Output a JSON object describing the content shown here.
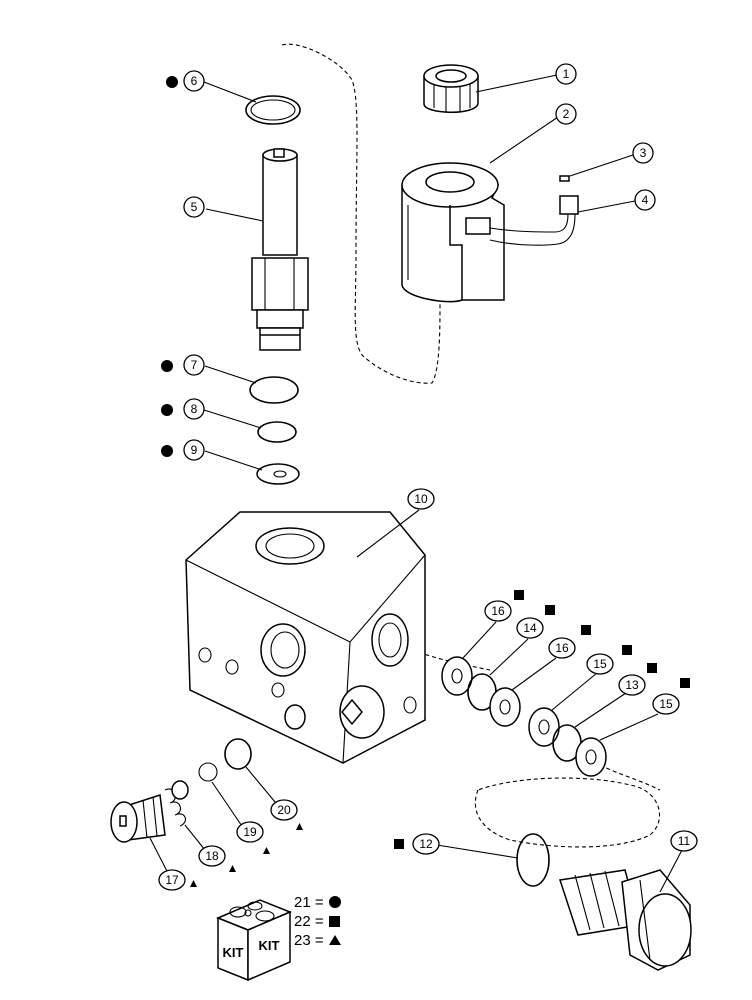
{
  "callouts": [
    {
      "id": "c1",
      "label": "1",
      "marker": ""
    },
    {
      "id": "c2",
      "label": "2",
      "marker": ""
    },
    {
      "id": "c3",
      "label": "3",
      "marker": ""
    },
    {
      "id": "c4",
      "label": "4",
      "marker": ""
    },
    {
      "id": "c5",
      "label": "5",
      "marker": ""
    },
    {
      "id": "c6",
      "label": "6",
      "marker": "circle"
    },
    {
      "id": "c7",
      "label": "7",
      "marker": "circle"
    },
    {
      "id": "c8",
      "label": "8",
      "marker": "circle"
    },
    {
      "id": "c9",
      "label": "9",
      "marker": "circle"
    },
    {
      "id": "c10",
      "label": "10",
      "marker": ""
    },
    {
      "id": "c11",
      "label": "11",
      "marker": ""
    },
    {
      "id": "c12",
      "label": "12",
      "marker": "square"
    },
    {
      "id": "c13",
      "label": "13",
      "marker": "square"
    },
    {
      "id": "c14",
      "label": "14",
      "marker": "square"
    },
    {
      "id": "c15a",
      "label": "15",
      "marker": "square"
    },
    {
      "id": "c15b",
      "label": "15",
      "marker": "square"
    },
    {
      "id": "c16a",
      "label": "16",
      "marker": "square"
    },
    {
      "id": "c16b",
      "label": "16",
      "marker": "square"
    },
    {
      "id": "c17",
      "label": "17",
      "marker": "triangle"
    },
    {
      "id": "c18",
      "label": "18",
      "marker": "triangle"
    },
    {
      "id": "c19",
      "label": "19",
      "marker": "triangle"
    },
    {
      "id": "c20",
      "label": "20",
      "marker": "triangle"
    }
  ],
  "legend": [
    {
      "text": "21 =",
      "symbol": "circle"
    },
    {
      "text": "22 =",
      "symbol": "square"
    },
    {
      "text": "23 =",
      "symbol": "triangle"
    }
  ],
  "kit": {
    "left_label": "KIT",
    "right_label": "KIT"
  }
}
